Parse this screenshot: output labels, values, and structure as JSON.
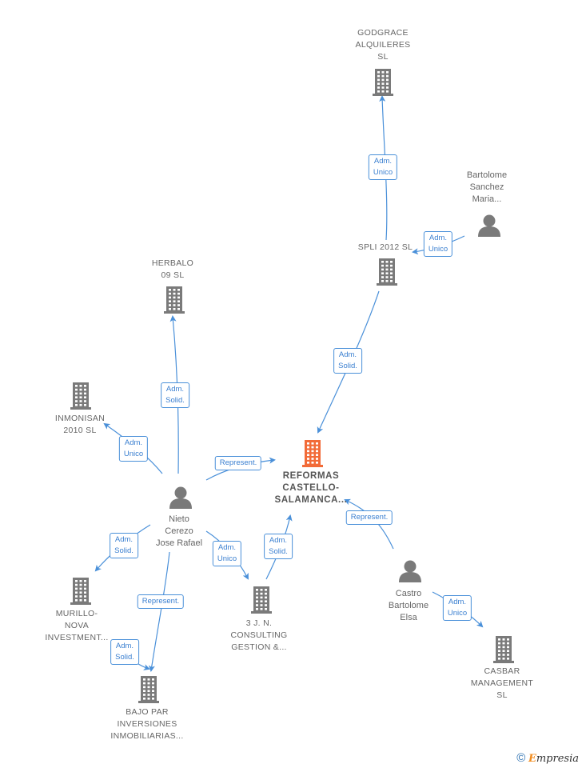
{
  "nodes": [
    {
      "id": "godgrace",
      "label": "GODGRACE\nALQUILERES\nSL",
      "kind": "company"
    },
    {
      "id": "bartolome",
      "label": "Bartolome\nSanchez\nMaria...",
      "kind": "person"
    },
    {
      "id": "spli",
      "label": "SPLI 2012 SL",
      "kind": "company"
    },
    {
      "id": "herbalo",
      "label": "HERBALO\n09 SL",
      "kind": "company"
    },
    {
      "id": "inmonisan",
      "label": "INMONISAN\n2010 SL",
      "kind": "company"
    },
    {
      "id": "reformas",
      "label": "REFORMAS\nCASTELLO-\nSALAMANCA...",
      "kind": "focus"
    },
    {
      "id": "nieto",
      "label": "Nieto\nCerezo\nJose Rafael",
      "kind": "person"
    },
    {
      "id": "murillo",
      "label": "MURILLO-\nNOVA\nINVESTMENT...",
      "kind": "company"
    },
    {
      "id": "tresj",
      "label": "3 J.  N.\nCONSULTING\nGESTION &...",
      "kind": "company"
    },
    {
      "id": "castro",
      "label": "Castro\nBartolome\nElsa",
      "kind": "person"
    },
    {
      "id": "casbar",
      "label": "CASBAR\nMANAGEMENT\nSL",
      "kind": "company"
    },
    {
      "id": "bajopar",
      "label": "BAJO PAR\nINVERSIONES\nINMOBILIARIAS...",
      "kind": "company"
    }
  ],
  "edges": [
    {
      "id": "spli-godgrace",
      "label": "Adm.\nUnico"
    },
    {
      "id": "bartolome-spli",
      "label": "Adm.\nUnico"
    },
    {
      "id": "spli-reformas",
      "label": "Adm.\nSolid."
    },
    {
      "id": "nieto-herbalo",
      "label": "Adm.\nSolid."
    },
    {
      "id": "nieto-inmonisan",
      "label": "Adm.\nUnico"
    },
    {
      "id": "nieto-reformas",
      "label": "Represent."
    },
    {
      "id": "nieto-murillo",
      "label": "Adm.\nSolid."
    },
    {
      "id": "nieto-tresj",
      "label": "Adm.\nUnico"
    },
    {
      "id": "tresj-reformas",
      "label": "Adm.\nSolid."
    },
    {
      "id": "nieto-bajopar-rep",
      "label": "Represent."
    },
    {
      "id": "nieto-bajopar-adm",
      "label": "Adm.\nSolid."
    },
    {
      "id": "castro-reformas",
      "label": "Represent."
    },
    {
      "id": "castro-casbar",
      "label": "Adm.\nUnico"
    }
  ],
  "colors": {
    "edge": "#4a90d9",
    "node": "#7a7a7a",
    "focus": "#f26b38"
  },
  "footer": {
    "copyright": "©",
    "brand_initial": "E",
    "brand_rest": "mpresia"
  }
}
